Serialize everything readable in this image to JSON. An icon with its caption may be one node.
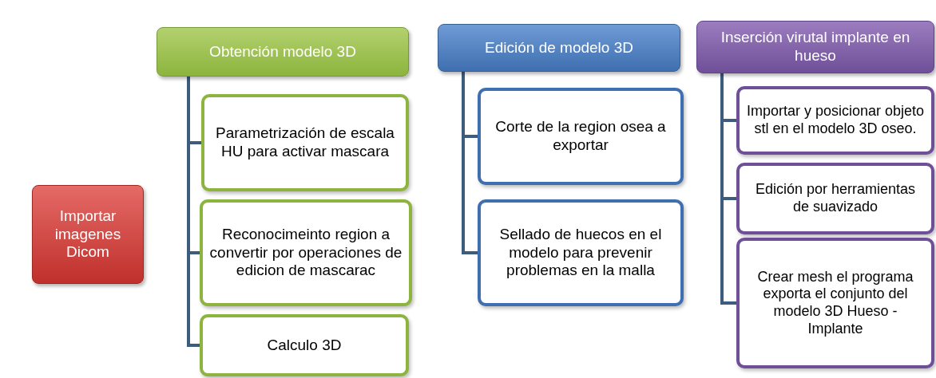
{
  "diagram": {
    "nodes": [
      {
        "text": [
          "Importar imagenes Dicom"
        ]
      },
      {
        "text": [
          "Obtención modelo  3D"
        ]
      },
      {
        "text": [
          "Parametrización de escala HU para activar mascara"
        ]
      },
      {
        "text": [
          "Reconocimeinto region a convertir por operaciones de edicion de  mascarac"
        ]
      },
      {
        "text": [
          "Calculo 3D"
        ]
      },
      {
        "text": [
          "Edición de modelo 3D"
        ]
      },
      {
        "text": [
          "Corte de la region osea a exportar"
        ]
      },
      {
        "text": [
          "Sellado de huecos en el modelo para prevenir problemas en la malla"
        ]
      },
      {
        "text": [
          "Inserción virutal implante en hueso"
        ]
      },
      {
        "text": [
          "Importar y posicionar objeto stl  en el modelo 3D oseo."
        ]
      },
      {
        "text": [
          "Edición por herramientas de suavizado"
        ]
      },
      {
        "text": [
          "Crear mesh el programa exporta el conjunto del modelo 3D Hueso -Implante"
        ]
      }
    ],
    "edges": [
      {
        "from": 1,
        "to": 2,
        "arrow": "none"
      },
      {
        "from": 1,
        "to": 3,
        "arrow": "none"
      },
      {
        "from": 1,
        "to": 4,
        "arrow": "none"
      },
      {
        "from": 5,
        "to": 6,
        "arrow": "none"
      },
      {
        "from": 5,
        "to": 7,
        "arrow": "none"
      },
      {
        "from": 8,
        "to": 9,
        "arrow": "none"
      },
      {
        "from": 8,
        "to": 10,
        "arrow": "none"
      },
      {
        "from": 8,
        "to": 11,
        "arrow": "none"
      }
    ]
  }
}
